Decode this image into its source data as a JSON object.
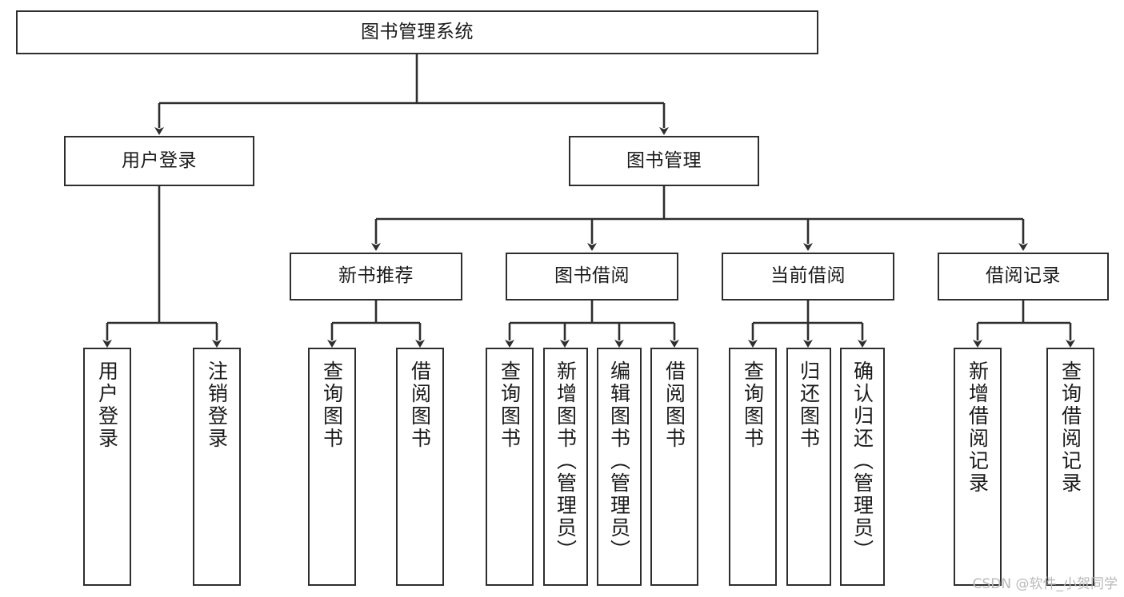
{
  "diagram": {
    "title": "图书管理系统",
    "type": "tree-hierarchy-chart",
    "colors": {
      "box_border": "#2e2e2e",
      "box_fill": "#ffffff",
      "edge": "#2e2e2e",
      "text": "#1a1a1a",
      "watermark": "#b9b9b9",
      "background": "#ffffff"
    },
    "root": {
      "label": "图书管理系统"
    },
    "level2": [
      {
        "label": "用户登录"
      },
      {
        "label": "图书管理"
      }
    ],
    "level3": [
      {
        "label": "新书推荐"
      },
      {
        "label": "图书借阅"
      },
      {
        "label": "当前借阅"
      },
      {
        "label": "借阅记录"
      }
    ],
    "leaves": {
      "user_login": [
        {
          "label": "用户登录"
        },
        {
          "label": "注销登录"
        }
      ],
      "new_book_recommend": [
        {
          "label": "查询图书"
        },
        {
          "label": "借阅图书"
        }
      ],
      "book_borrow": [
        {
          "label": "查询图书"
        },
        {
          "label": "新增图书（管理员）"
        },
        {
          "label": "编辑图书（管理员）"
        },
        {
          "label": "借阅图书"
        }
      ],
      "current_borrow": [
        {
          "label": "查询图书"
        },
        {
          "label": "归还图书"
        },
        {
          "label": "确认归还（管理员）"
        }
      ],
      "borrow_record": [
        {
          "label": "新增借阅记录"
        },
        {
          "label": "查询借阅记录"
        }
      ]
    }
  },
  "watermark": {
    "text": "CSDN @软件_小贺同学"
  }
}
